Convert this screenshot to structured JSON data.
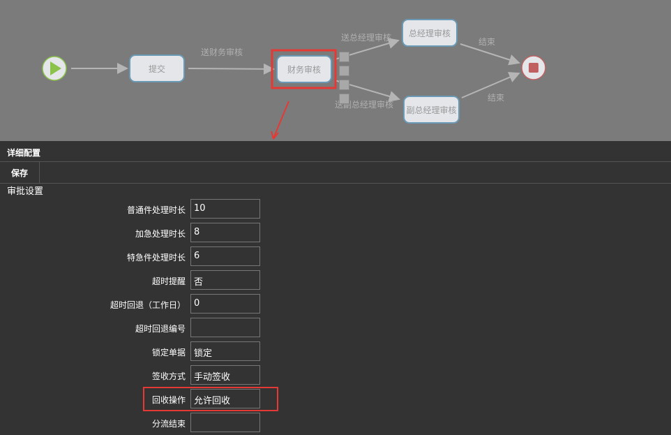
{
  "diagram": {
    "nodes": {
      "submit": "提交",
      "finance": "财务审核",
      "gm": "总经理审核",
      "vgm": "副总经理审核"
    },
    "edges": {
      "to_finance": "送财务审核",
      "to_gm": "送总经理审核",
      "to_vgm": "送副总经理审核",
      "end1": "结束",
      "end2": "结束"
    }
  },
  "panel": {
    "title": "详细配置",
    "save_label": "保存",
    "section": "审批设置"
  },
  "fields": [
    {
      "label": "普通件处理时长",
      "value": "10"
    },
    {
      "label": "加急处理时长",
      "value": "8"
    },
    {
      "label": "特急件处理时长",
      "value": "6"
    },
    {
      "label": "超时提醒",
      "value": "否"
    },
    {
      "label": "超时回退（工作日）",
      "value": "0"
    },
    {
      "label": "超时回退编号",
      "value": ""
    },
    {
      "label": "锁定单据",
      "value": "锁定"
    },
    {
      "label": "签收方式",
      "value": "手动签收"
    },
    {
      "label": "回收操作",
      "value": "允许回收"
    },
    {
      "label": "分流结束",
      "value": ""
    }
  ],
  "colors": {
    "highlight": "#e53935",
    "canvas": "#7b7b7b",
    "panel": "#333333"
  }
}
